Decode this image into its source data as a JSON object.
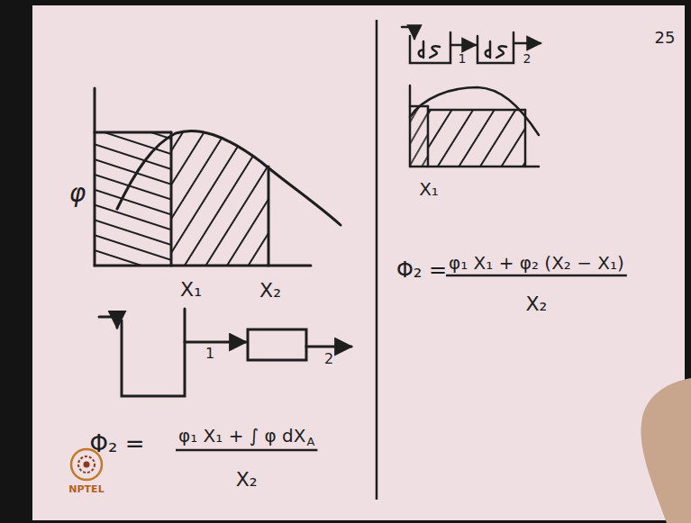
{
  "diagram": {
    "labels": [
      "25",
      "φ",
      "X₁",
      "X₂",
      "1",
      "2",
      "Φ₂ =",
      "φ₁ X₁ + ∫ φ dX",
      "A",
      "X₂",
      "1",
      "2",
      "X₁",
      "Φ₂ =",
      "φ₁ X₁ + φ₂ (X₂ − X₁)",
      "X₂",
      "NPTEL"
    ]
  }
}
